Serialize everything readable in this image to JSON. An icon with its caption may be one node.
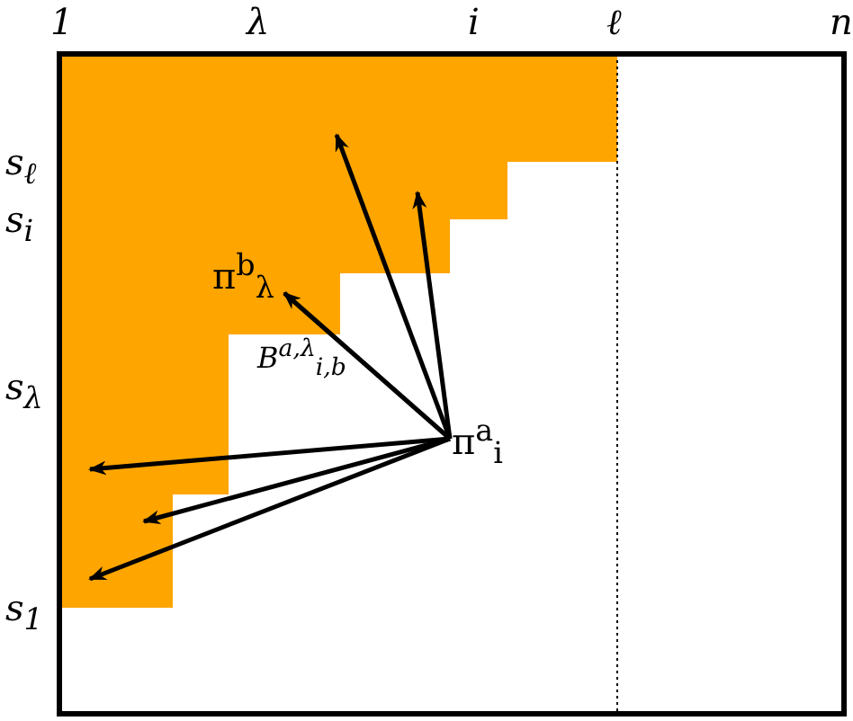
{
  "diagram": {
    "nodes": [
      {
        "text": [
          "π$^{a}$$_{i}$"
        ]
      },
      {
        "text": [
          "π$^{b}$$_{λ}$"
        ]
      }
    ],
    "edges": [
      {
        "from": 0,
        "to": null,
        "arrow": "to"
      },
      {
        "from": 0,
        "to": null,
        "arrow": "to"
      },
      {
        "from": 0,
        "to": 1,
        "arrow": "to"
      },
      {
        "from": 0,
        "to": null,
        "arrow": "to"
      },
      {
        "from": 0,
        "to": null,
        "arrow": "to"
      },
      {
        "from": 0,
        "to": null,
        "arrow": "to"
      }
    ],
    "labels": [
      "1",
      "λ",
      "i",
      "ℓ",
      "n",
      "s$_{ℓ}$",
      "s$_{i}$",
      "B$^{a,λ}$$_{i,b}$",
      "s$_{λ}$",
      "s$_{1}$"
    ]
  }
}
